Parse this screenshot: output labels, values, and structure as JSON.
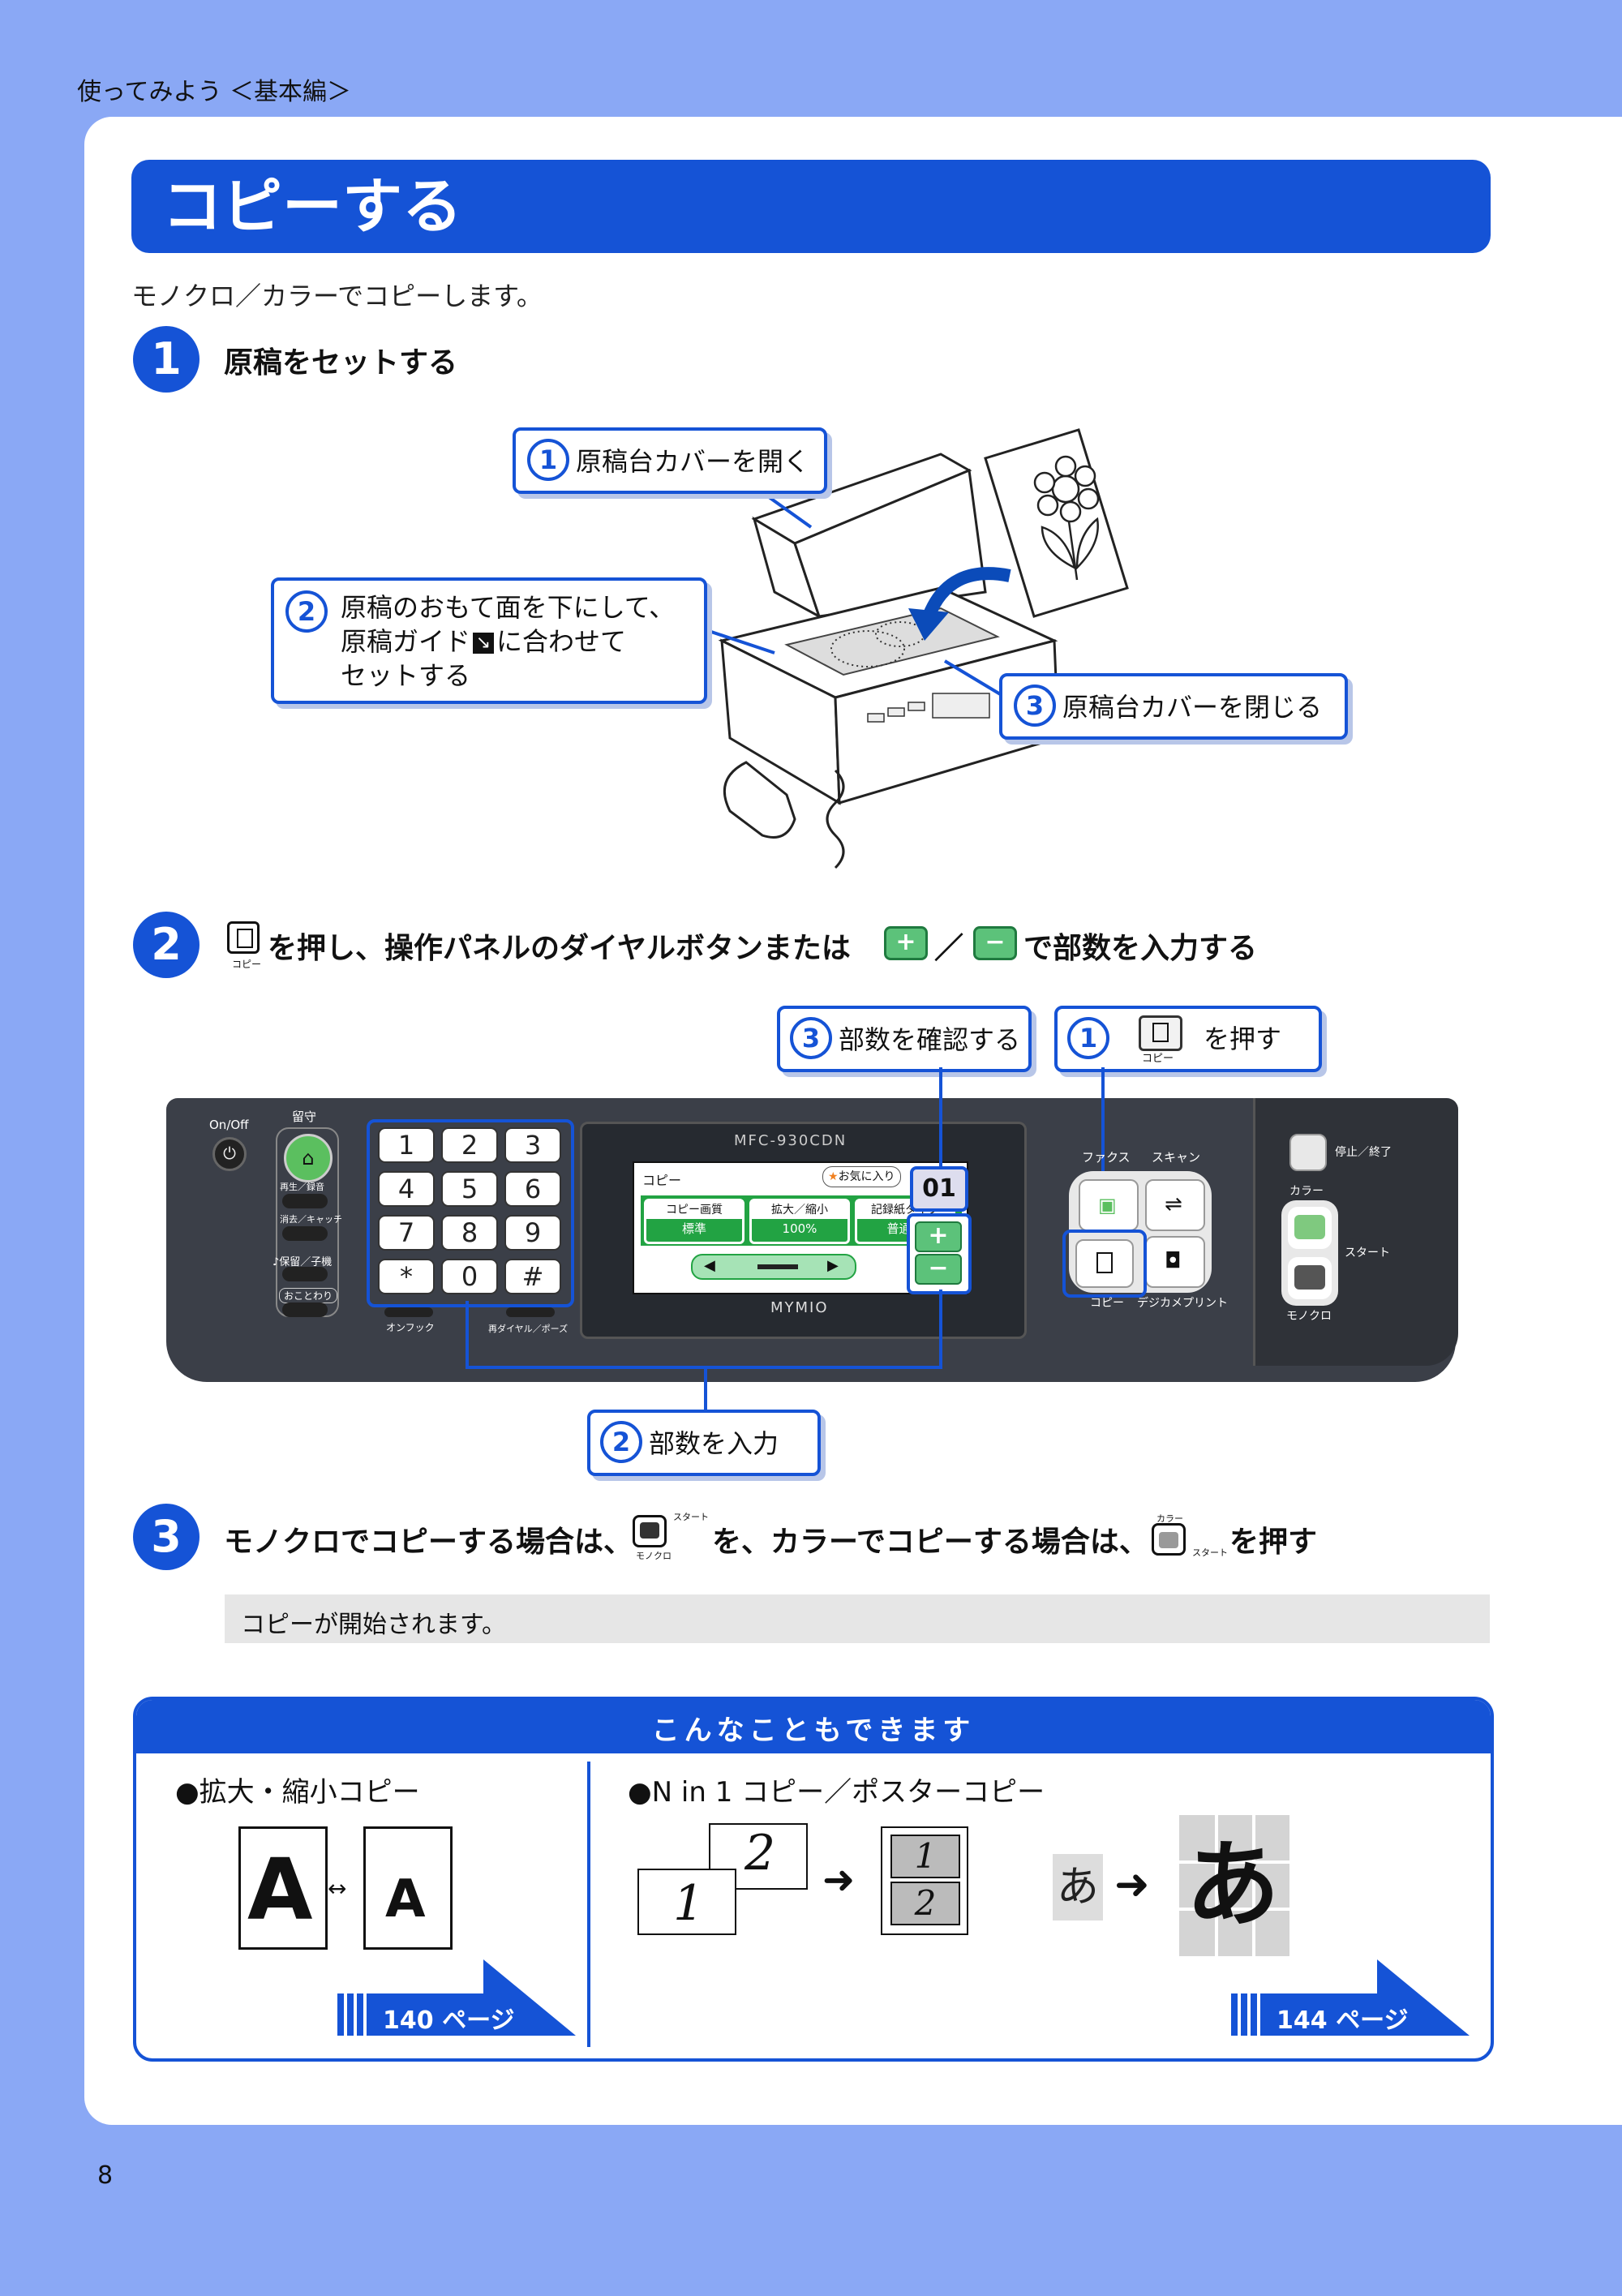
{
  "header": {
    "section_label": "使ってみよう ＜基本編＞"
  },
  "title": "コピーする",
  "intro": "モノクロ／カラーでコピーします。",
  "steps": [
    {
      "number": "1",
      "title": "原稿をセットする"
    },
    {
      "number": "2",
      "title_part1": "を押し、操作パネルのダイヤルボタンまたは",
      "title_sep": "／",
      "title_part2": "で部数を入力する",
      "copy_icon_label": "コピー"
    },
    {
      "number": "3",
      "title_part1": "モノクロでコピーする場合は、",
      "title_part2": "を、カラーでコピーする場合は、",
      "title_part3": "を押す",
      "mono_start_label": "スタート",
      "mono_label": "モノクロ",
      "color_label": "カラー",
      "color_start_label": "スタート"
    }
  ],
  "step1_callouts": {
    "c1": {
      "num": "1",
      "text": "原稿台カバーを開く"
    },
    "c2": {
      "num": "2",
      "line1": "原稿のおもて面を下にして、",
      "line2_a": "原稿ガイド",
      "line2_b": "に合わせて",
      "line3": "セットする"
    },
    "c3": {
      "num": "3",
      "text": "原稿台カバーを閉じる"
    }
  },
  "step2_callouts": {
    "c1": {
      "num": "1",
      "icon_label": "コピー",
      "text": "を押す"
    },
    "c2": {
      "num": "2",
      "text": "部数を入力"
    },
    "c3": {
      "num": "3",
      "text": "部数を確認する"
    }
  },
  "panel": {
    "on_off": "On/Off",
    "rusu": "留守",
    "saisei": "再生／録音",
    "shokyo": "消去／キャッチ",
    "horyu": "♪保留／子機",
    "okotowari": "おことわり",
    "keys": [
      "1",
      "2",
      "3",
      "4",
      "5",
      "6",
      "7",
      "8",
      "9",
      "*",
      "0",
      "#"
    ],
    "onhook": "オンフック",
    "redial": "再ダイヤル／ポーズ",
    "model": "MFC-930CDN",
    "lcd_title": "コピー",
    "favorite": "お気に入り",
    "copies": "01",
    "lcd_opts": [
      {
        "label": "コピー画質",
        "value": "標準"
      },
      {
        "label": "拡大／縮小",
        "value": "100%"
      },
      {
        "label": "記録紙タイプ",
        "value": "普通紙"
      }
    ],
    "brand": "MYMIO",
    "fax": "ファクス",
    "scan": "スキャン",
    "copy": "コピー",
    "photo": "デジカメプリント",
    "stop": "停止／終了",
    "color": "カラー",
    "start": "スタート",
    "mono": "モノクロ"
  },
  "step3_note": "コピーが開始されます。",
  "extras": {
    "heading": "こんなこともできます",
    "left": {
      "title": "●拡大・縮小コピー",
      "big_letter": "A",
      "small_letter": "A",
      "page": "140 ページ"
    },
    "right": {
      "title": "●N in 1 コピー／ポスターコピー",
      "n1": "1",
      "n2": "2",
      "poster_char": "あ",
      "page": "144 ページ"
    }
  },
  "page_number": "8",
  "colors": {
    "accent": "#1553d6",
    "background": "#8aa8f5",
    "panel_dark": "#3b3f48",
    "lcd_green": "#22a343"
  }
}
